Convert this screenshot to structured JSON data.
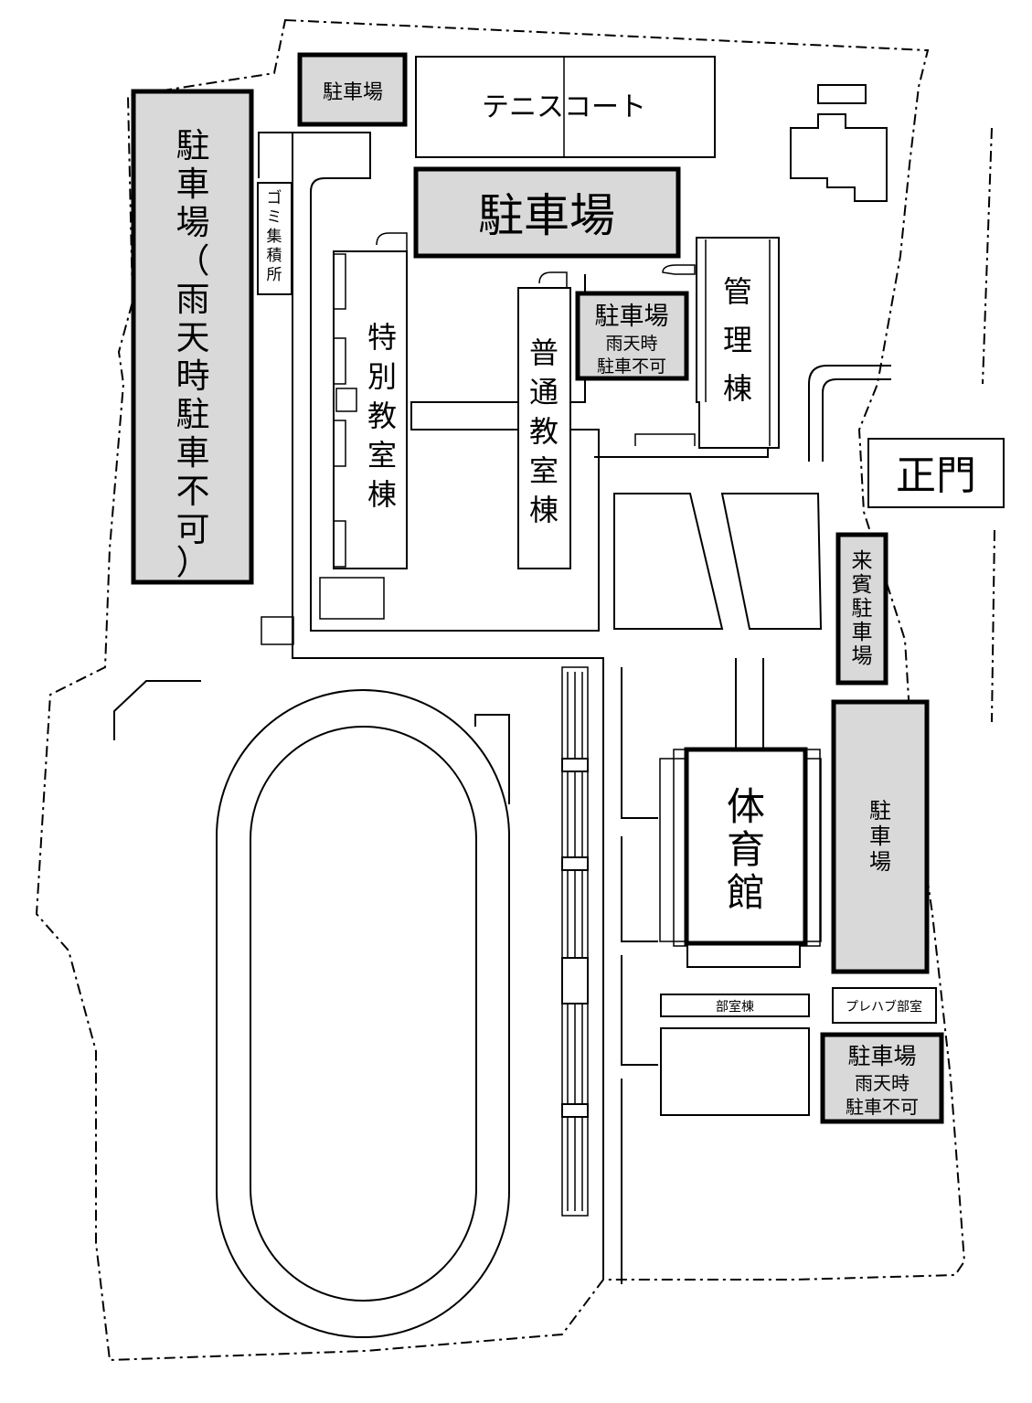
{
  "colors": {
    "parking_fill": "#d9d9d9",
    "outline": "#000000",
    "background": "#ffffff"
  },
  "parking": {
    "west_large": [
      "駐",
      "車",
      "場",
      "（",
      "雨",
      "天",
      "時",
      "駐",
      "車",
      "不",
      "可",
      "）"
    ],
    "north_small": "駐車場",
    "center_main": "駐車場",
    "center_rain": {
      "line1": "駐車場",
      "line2": "雨天時",
      "line3": "駐車不可"
    },
    "guest": [
      "来",
      "賓",
      "駐",
      "車",
      "場"
    ],
    "east": [
      "駐",
      "車",
      "場"
    ],
    "southeast_rain": {
      "line1": "駐車場",
      "line2": "雨天時",
      "line3": "駐車不可"
    }
  },
  "buildings": {
    "tennis": "テニスコート",
    "admin": [
      "管",
      "理",
      "棟"
    ],
    "special": [
      "特",
      "別",
      "教",
      "室",
      "棟"
    ],
    "general": [
      "普",
      "通",
      "教",
      "室",
      "棟"
    ],
    "gym": [
      "体",
      "育",
      "館"
    ],
    "club": "部室棟",
    "prefab": "プレハブ部室",
    "trash": [
      "ゴ",
      "ミ",
      "集",
      "積",
      "所"
    ]
  },
  "gate": "正門"
}
